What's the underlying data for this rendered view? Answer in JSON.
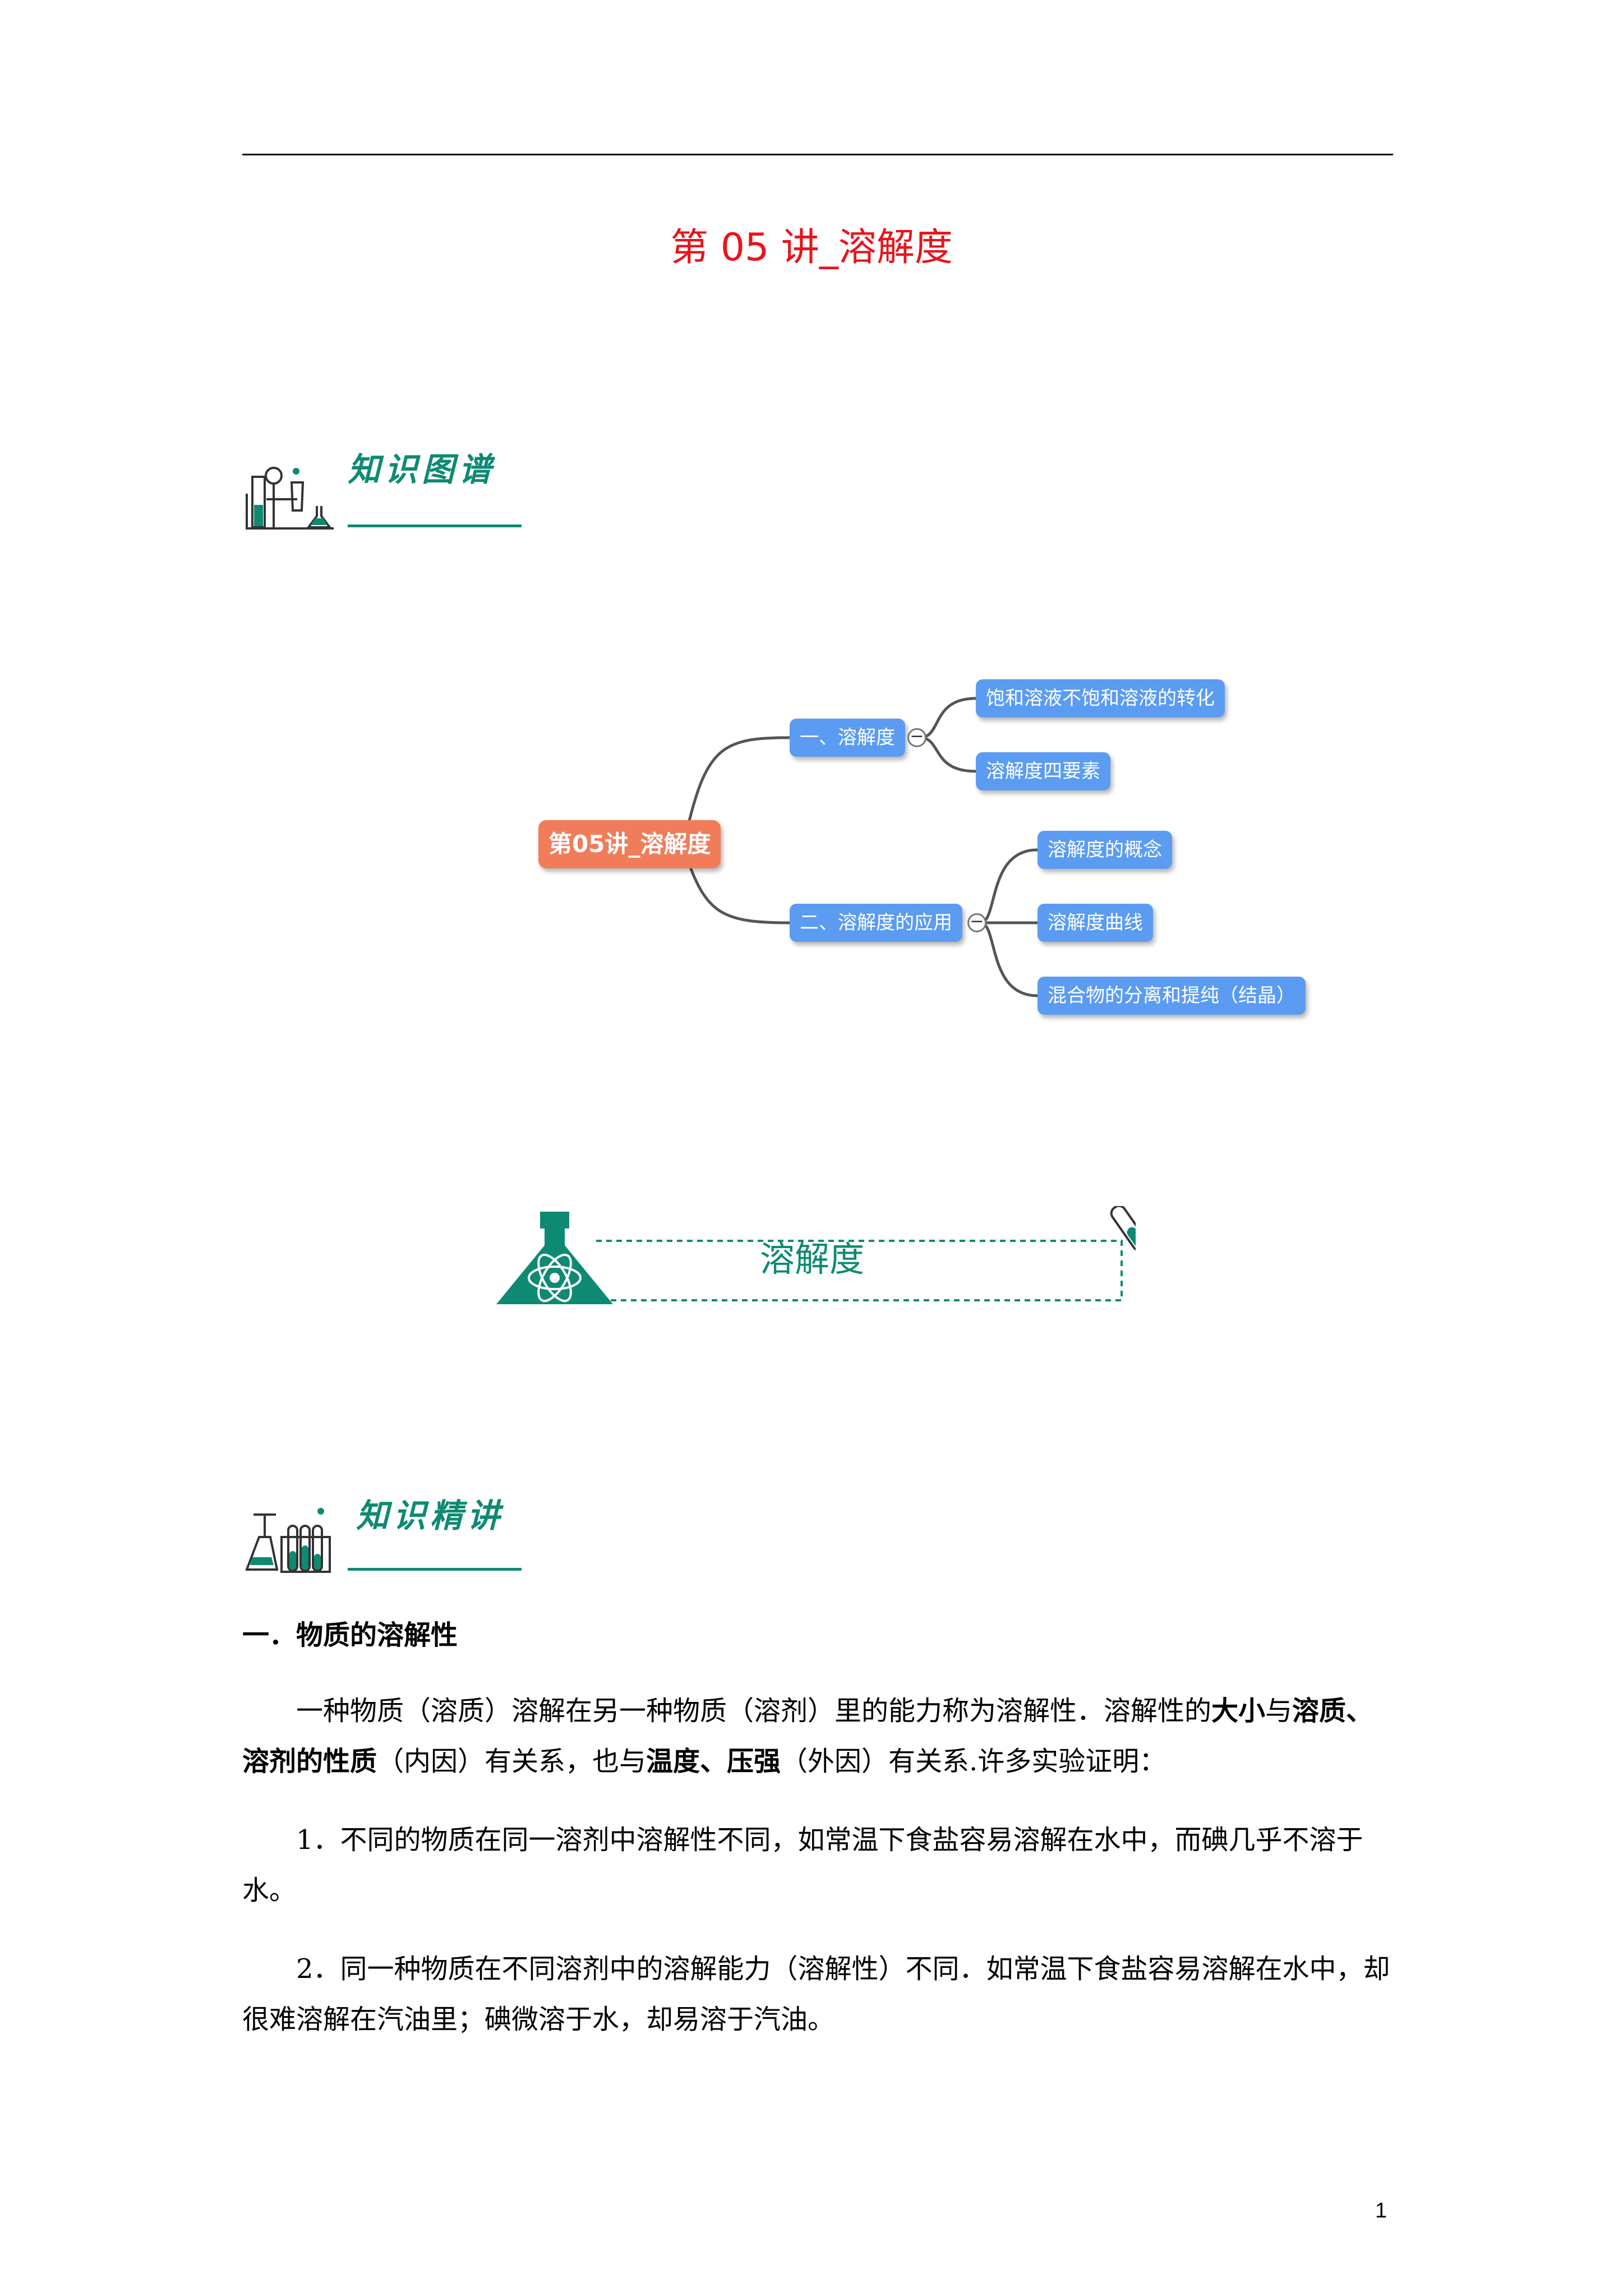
{
  "title": "第 05 讲_溶解度",
  "section_map": {
    "title": "知识图谱"
  },
  "mindmap": {
    "root": "第05讲_溶解度",
    "branch1": {
      "label": "一、溶解度",
      "children": [
        "饱和溶液不饱和溶液的转化",
        "溶解度四要素"
      ]
    },
    "branch2": {
      "label": "二、溶解度的应用",
      "children": [
        "溶解度的概念",
        "溶解度曲线",
        "混合物的分离和提纯（结晶）"
      ]
    },
    "collapse_symbol": "−"
  },
  "banner": {
    "text": "溶解度"
  },
  "section_lecture": {
    "title": "知识精讲"
  },
  "heading1": "一．物质的溶解性",
  "p1": {
    "a": "一种物质（溶质）溶解在另一种物质（溶剂）里的能力称为溶解性．溶解性的",
    "b": "大小",
    "c": "与",
    "d": "溶质、溶剂的性质",
    "e": "（内因）有关系，也与",
    "f": "温度、压强",
    "g": "（外因）有关系.许多实验证明："
  },
  "item1": "1．不同的物质在同一溶剂中溶解性不同，如常温下食盐容易溶解在水中，而碘几乎不溶于水。",
  "item2": "2．同一种物质在不同溶剂中的溶解能力（溶解性）不同．如常温下食盐容易溶解在水中，却很难溶解在汽油里；碘微溶于水，却易溶于汽油。",
  "page_number": "1",
  "colors": {
    "title": "#e8141b",
    "accent": "#0e8a72",
    "root_node": "#f07c5a",
    "node": "#5b9cf2"
  }
}
